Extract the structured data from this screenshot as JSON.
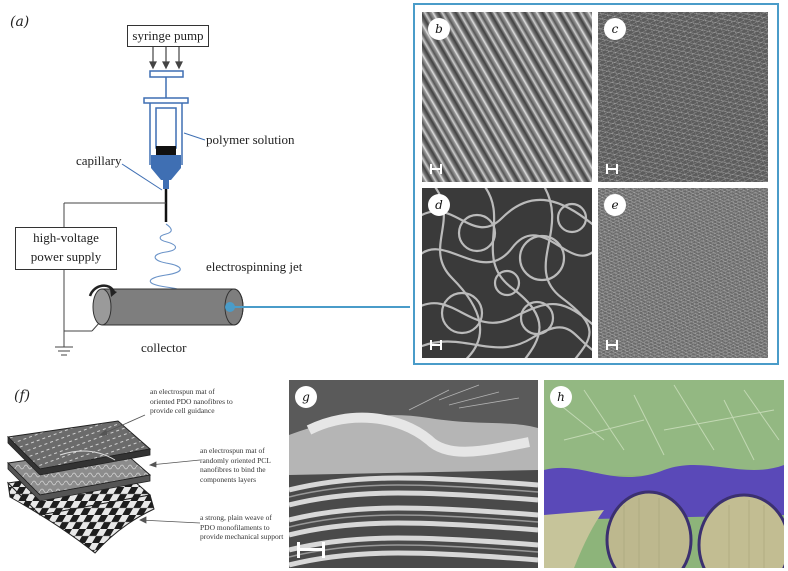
{
  "panel_a": {
    "label": "(a)",
    "syringe_pump": "syringe pump",
    "polymer_solution": "polymer solution",
    "capillary": "capillary",
    "power_supply_line1": "high-voltage",
    "power_supply_line2": "power supply",
    "jet": "electrospinning jet",
    "collector": "collector"
  },
  "sem_panels": {
    "b": "b",
    "c": "c",
    "d": "d",
    "e": "e"
  },
  "panel_f": {
    "label": "(f)",
    "note1_l1": "an electrospun mat of",
    "note1_l2": "oriented PDO nanofibres to",
    "note1_l3": "provide cell guidance",
    "note2_l1": "an electrospun mat of",
    "note2_l2": "randomly oriented PCL",
    "note2_l3": "nanofibres to bind the",
    "note2_l4": "components layers",
    "note3_l1": "a strong, plain weave of",
    "note3_l2": "PDO monofilaments to",
    "note3_l3": "provide mechanical support"
  },
  "panel_g": {
    "label": "g"
  },
  "panel_h": {
    "label": "h"
  },
  "colors": {
    "accent_frame": "#4a9cc9",
    "syringe_blue": "#3f6fb3",
    "green_layer": "#8db47a",
    "purple_layer": "#5a49b8",
    "yellow_fibres": "#b9b48a"
  }
}
